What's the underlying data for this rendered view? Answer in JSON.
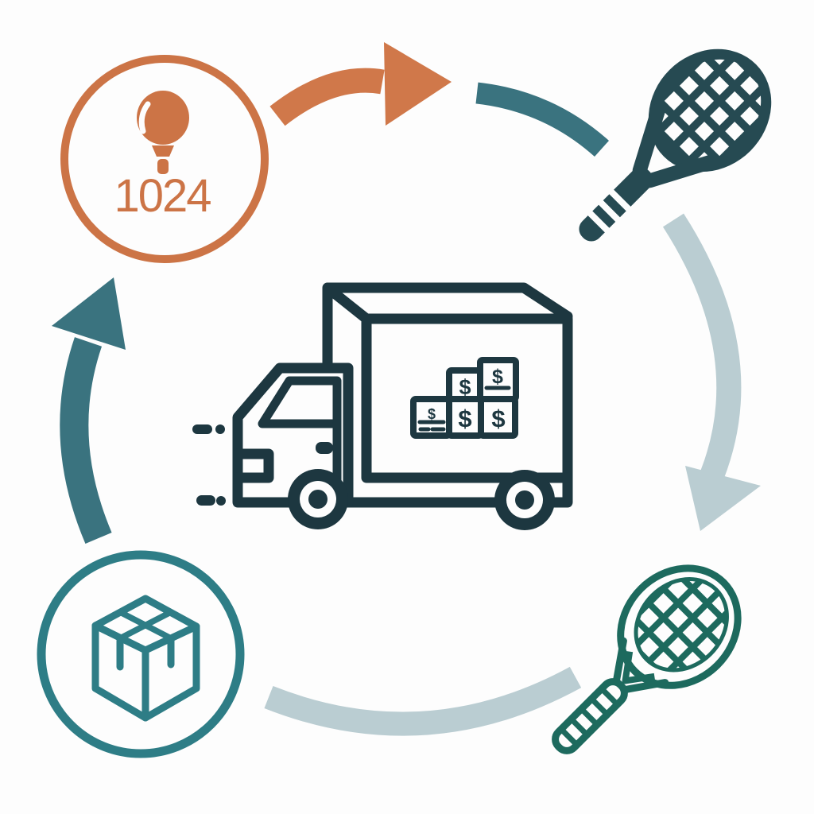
{
  "diagram": {
    "type": "cycle",
    "background": "#fdfdfd",
    "idea_node": {
      "value": "1024",
      "icon": "lightbulb-icon",
      "color": "#cc7446"
    },
    "product_node": {
      "icon": "tennis-racket-solid-icon",
      "color": "#264a52"
    },
    "sale_node": {
      "icon": "tennis-racket-outline-icon",
      "color": "#1d6a5e"
    },
    "package_node": {
      "icon": "package-box-icon",
      "color": "#2e7d86"
    },
    "truck": {
      "icon": "delivery-truck-icon",
      "color": "#1d3740",
      "cargo_dollars": [
        "$",
        "$",
        "$",
        "$",
        "$"
      ]
    },
    "arrows": {
      "idea_to_product": {
        "color": "#d0784a",
        "direction": "right"
      },
      "product_arc": {
        "color": "#3a737f",
        "direction": "down-right"
      },
      "product_to_sale": {
        "color": "#bacdd2",
        "direction": "down"
      },
      "sale_to_package": {
        "color": "#bacdd2",
        "direction": "left"
      },
      "package_to_idea": {
        "color": "#3a737f",
        "direction": "up"
      }
    }
  }
}
